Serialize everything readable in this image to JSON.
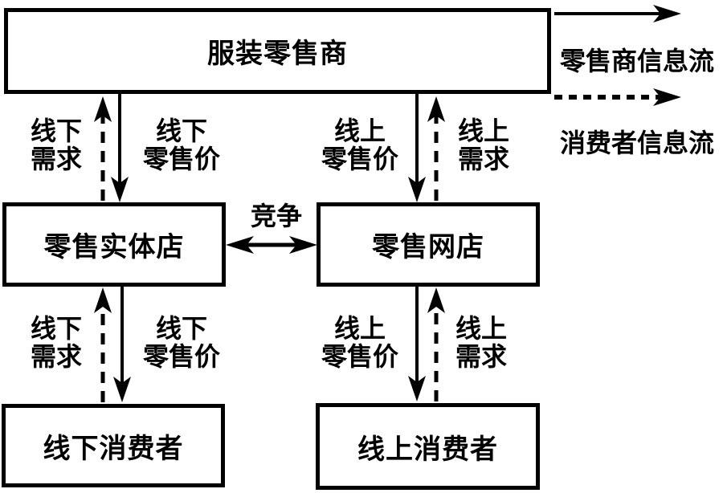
{
  "nodes": {
    "retailer": {
      "label": "服装零售商"
    },
    "physical_store": {
      "label": "零售实体店"
    },
    "online_store": {
      "label": "零售网店"
    },
    "offline_consumer": {
      "label": "线下消费者"
    },
    "online_consumer": {
      "label": "线上消费者"
    }
  },
  "edges": {
    "competition": {
      "label": "竞争"
    },
    "upper_left_demand": {
      "line1": "线下",
      "line2": "需求"
    },
    "upper_left_price": {
      "line1": "线下",
      "line2": "零售价"
    },
    "upper_right_price": {
      "line1": "线上",
      "line2": "零售价"
    },
    "upper_right_demand": {
      "line1": "线上",
      "line2": "需求"
    },
    "lower_left_demand": {
      "line1": "线下",
      "line2": "需求"
    },
    "lower_left_price": {
      "line1": "线下",
      "line2": "零售价"
    },
    "lower_right_price": {
      "line1": "线上",
      "line2": "零售价"
    },
    "lower_right_demand": {
      "line1": "线上",
      "line2": "需求"
    }
  },
  "legend": {
    "retailer_flow_label": "零售商信息流",
    "retailer_flow_style": "solid-arrow",
    "consumer_flow_label": "消费者信息流",
    "consumer_flow_style": "dashed-arrow"
  },
  "colors": {
    "ink": "#000000",
    "background": "#ffffff"
  }
}
